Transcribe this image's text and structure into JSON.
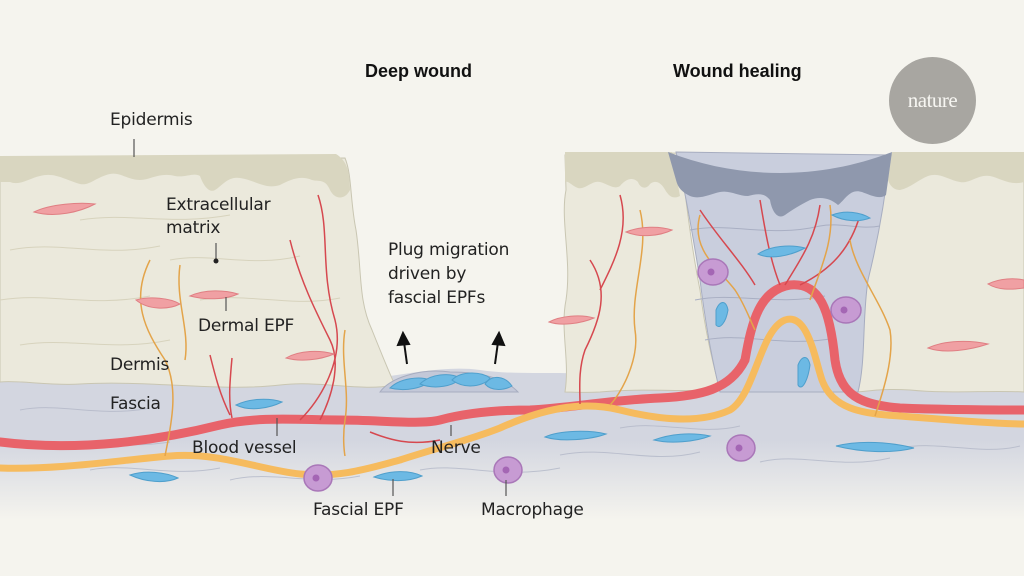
{
  "titles": {
    "deep_wound": "Deep wound",
    "wound_healing": "Wound healing"
  },
  "logo": {
    "text": "nature"
  },
  "labels": {
    "epidermis": "Epidermis",
    "extracellular_matrix_line1": "Extracellular",
    "extracellular_matrix_line2": "matrix",
    "dermal_epf": "Dermal EPF",
    "dermis": "Dermis",
    "fascia": "Fascia",
    "blood_vessel": "Blood vessel",
    "nerve": "Nerve",
    "fascial_epf": "Fascial EPF",
    "macrophage": "Macrophage",
    "plug_line1": "Plug migration",
    "plug_line2": "driven by",
    "plug_line3": "fascial EPFs"
  },
  "colors": {
    "background": "#f5f4ee",
    "epidermis": "#d9d6c0",
    "dermis": "#ebe9dc",
    "fascia": "#d3d6e0",
    "scab": "#8f98ad",
    "healing_tissue": "#c9cedd",
    "blood_vessel": "#e8636a",
    "nerve": "#f6bb5e",
    "fibroblast": "#6cb9e4",
    "dermal_fibroblast": "#f0a0a3",
    "macrophage": "#c79bd3",
    "logo": "#a8a6a1"
  }
}
